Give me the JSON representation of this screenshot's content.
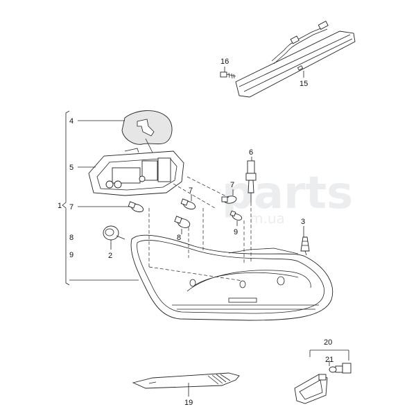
{
  "watermark": {
    "brand": "parts",
    "domain": "m.ua"
  },
  "callouts": {
    "c1": "1",
    "c2": "2",
    "c3": "3",
    "c4": "4",
    "c5": "5",
    "c6": "6",
    "c7a": "7",
    "c7b": "7",
    "c7c": "7",
    "c8a": "8",
    "c8b": "8",
    "c9a": "9",
    "c9b": "9",
    "c15": "15",
    "c16": "16",
    "c19": "19",
    "c20": "20",
    "c21": "21"
  }
}
